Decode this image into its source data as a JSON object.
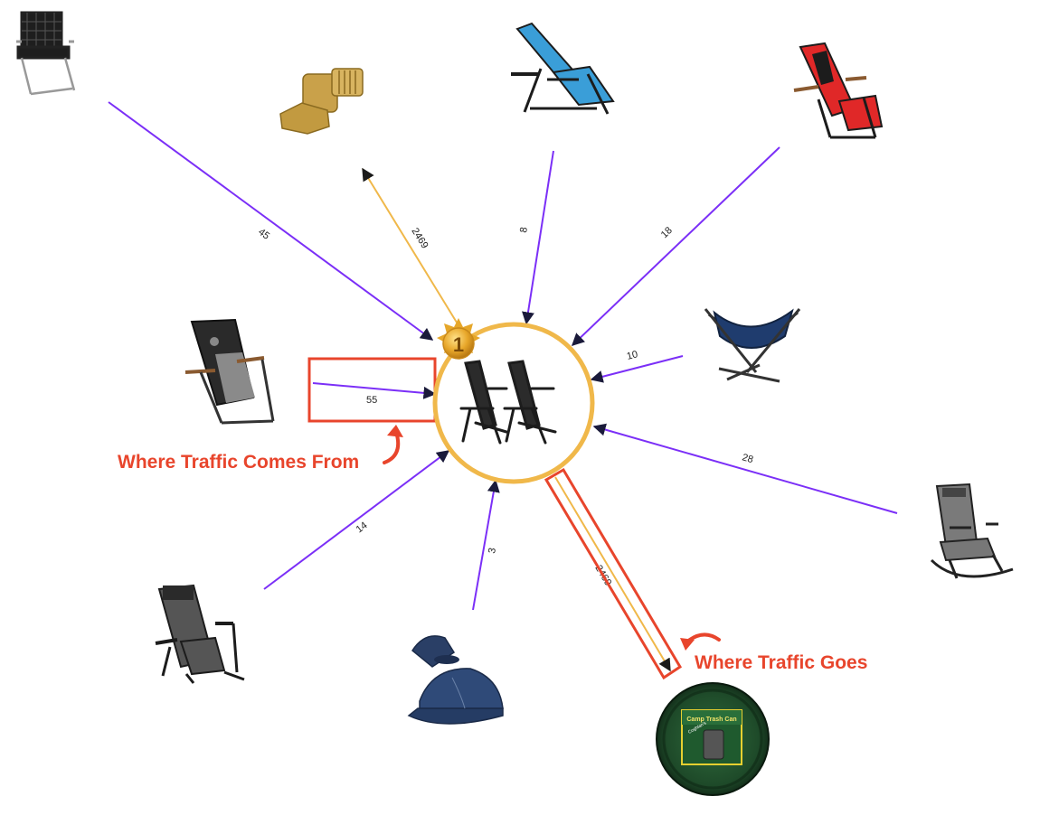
{
  "diagram": {
    "center_node": {
      "name": "zero-gravity-chairs-2-pack",
      "rank_badge": "1"
    },
    "inbound_edges": [
      {
        "from": "black-webbed-lawn-chair",
        "value": "45"
      },
      {
        "from": "blue-zero-gravity-chair",
        "value": "8"
      },
      {
        "from": "red-padded-zero-gravity-chair",
        "value": "18"
      },
      {
        "from": "navy-hammock-with-stand",
        "value": "10"
      },
      {
        "from": "padded-black-recliner",
        "value": "55"
      },
      {
        "from": "gray-rocking-chair",
        "value": "28"
      },
      {
        "from": "black-mesh-recliner",
        "value": "14"
      },
      {
        "from": "denim-baseball-caps",
        "value": "3"
      }
    ],
    "outbound_edges": [
      {
        "to": "brass-hose-elbow",
        "value": "2469"
      },
      {
        "to": "camp-trash-can",
        "value": "2469"
      }
    ],
    "callouts": {
      "inbound": "Where Traffic Comes From",
      "outbound": "Where Traffic Goes"
    },
    "product_labels": {
      "trash_can_package": "Camp Trash Can",
      "trash_can_brand": "Coghlan's"
    },
    "colors": {
      "inbound": "#7b2ff7",
      "outbound": "#f0b84a",
      "highlight": "#e8452c",
      "ring": "#f0b84a",
      "badge": "#e6a72a"
    }
  }
}
